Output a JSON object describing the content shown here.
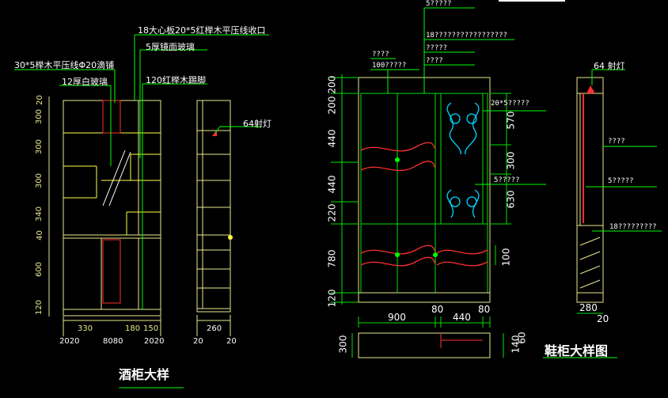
{
  "colors": {
    "background": "#000000",
    "outline": "#e8e890",
    "dim": "#00e000",
    "label": "#ffffff",
    "accent": "#ff3030",
    "ornament": "#00d8ff",
    "lines": "#00ff00"
  },
  "wine": {
    "title": "酒柜大样",
    "notes": [
      "18大心板20*5红榉木平压线收口",
      "5厚镜面玻璃",
      "120红榉木踢脚",
      "30*5榉木平压线Φ20滴铺",
      "12厚白玻璃",
      "64射灯"
    ],
    "vdims": [
      "20",
      "300",
      "300",
      "300",
      "340",
      "40",
      "600",
      "120"
    ],
    "hdims": [
      "330",
      "180",
      "150"
    ],
    "bottom": [
      "2020",
      "8080",
      "2020",
      "20",
      "260",
      "20"
    ]
  },
  "shoe": {
    "title": "鞋柜大样图",
    "notes_top": [
      "5?????",
      "18?????????????????",
      "?????",
      "????",
      "????",
      "100?????"
    ],
    "notes_right": [
      "20*5?????",
      "5?????"
    ],
    "side_notes": [
      "64 射灯",
      "????",
      "5?????",
      "18?????????"
    ],
    "left_dims": [
      "200",
      "200",
      "440",
      "440",
      "220",
      "780",
      "120"
    ],
    "right_dims": [
      "570",
      "300",
      "630"
    ],
    "mid_dim": "100",
    "bottom_dims": [
      "900",
      "80",
      "440",
      "80"
    ],
    "plan_dims": [
      "300",
      "140",
      "60"
    ],
    "side_dims": [
      "280",
      "20"
    ]
  }
}
